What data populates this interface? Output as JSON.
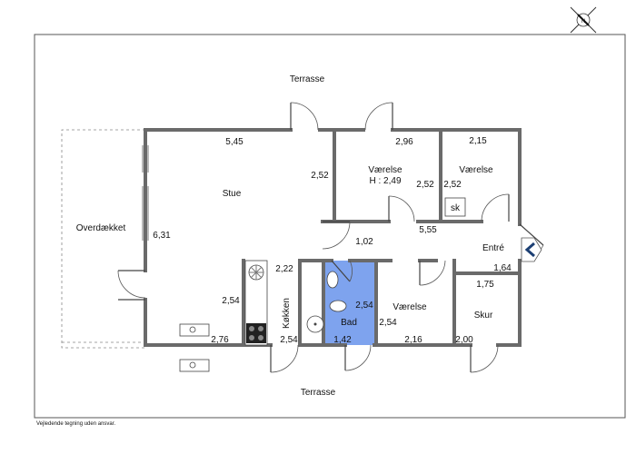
{
  "compass": {
    "label": "N"
  },
  "areas": {
    "terrace_north": "Terrasse",
    "terrace_south": "Terrasse",
    "covered": "Overdækket"
  },
  "rooms": {
    "stue": "Stue",
    "vaerelse_1": "Værelse",
    "vaerelse_1_height": "H : 2,49",
    "vaerelse_2": "Værelse",
    "vaerelse_3": "Værelse",
    "entre": "Entré",
    "kokken": "Køkken",
    "bad": "Bad",
    "skur": "Skur"
  },
  "fixtures": {
    "skab": "sk"
  },
  "dimensions": {
    "stue_width": "5,45",
    "stue_depth": "6,31",
    "stue_partition": "2,52",
    "v1_width": "2,96",
    "v1_depth": "2,52",
    "v2_width": "2,15",
    "v2_depth": "2,52",
    "hall_length": "5,55",
    "hall_width": "1,02",
    "entre_width": "1,64",
    "kitchen_width": "2,22",
    "kitchen_length": "2,54",
    "kitchen_bottom": "2,54",
    "stue_lower": "2,54",
    "stue_bottom": "2,76",
    "bad_length": "2,54",
    "bad_width": "1,42",
    "v3_depth": "2,54",
    "v3_width": "2,16",
    "skur_depth": "1,75",
    "skur_width": "2,00"
  },
  "footer": {
    "disclaimer": "Vejledende tegning uden ansvar."
  },
  "colors": {
    "bathroom": "#7ea3ee",
    "wall": "#6a6a6a",
    "entrance_arrow": "#1c3f73"
  }
}
